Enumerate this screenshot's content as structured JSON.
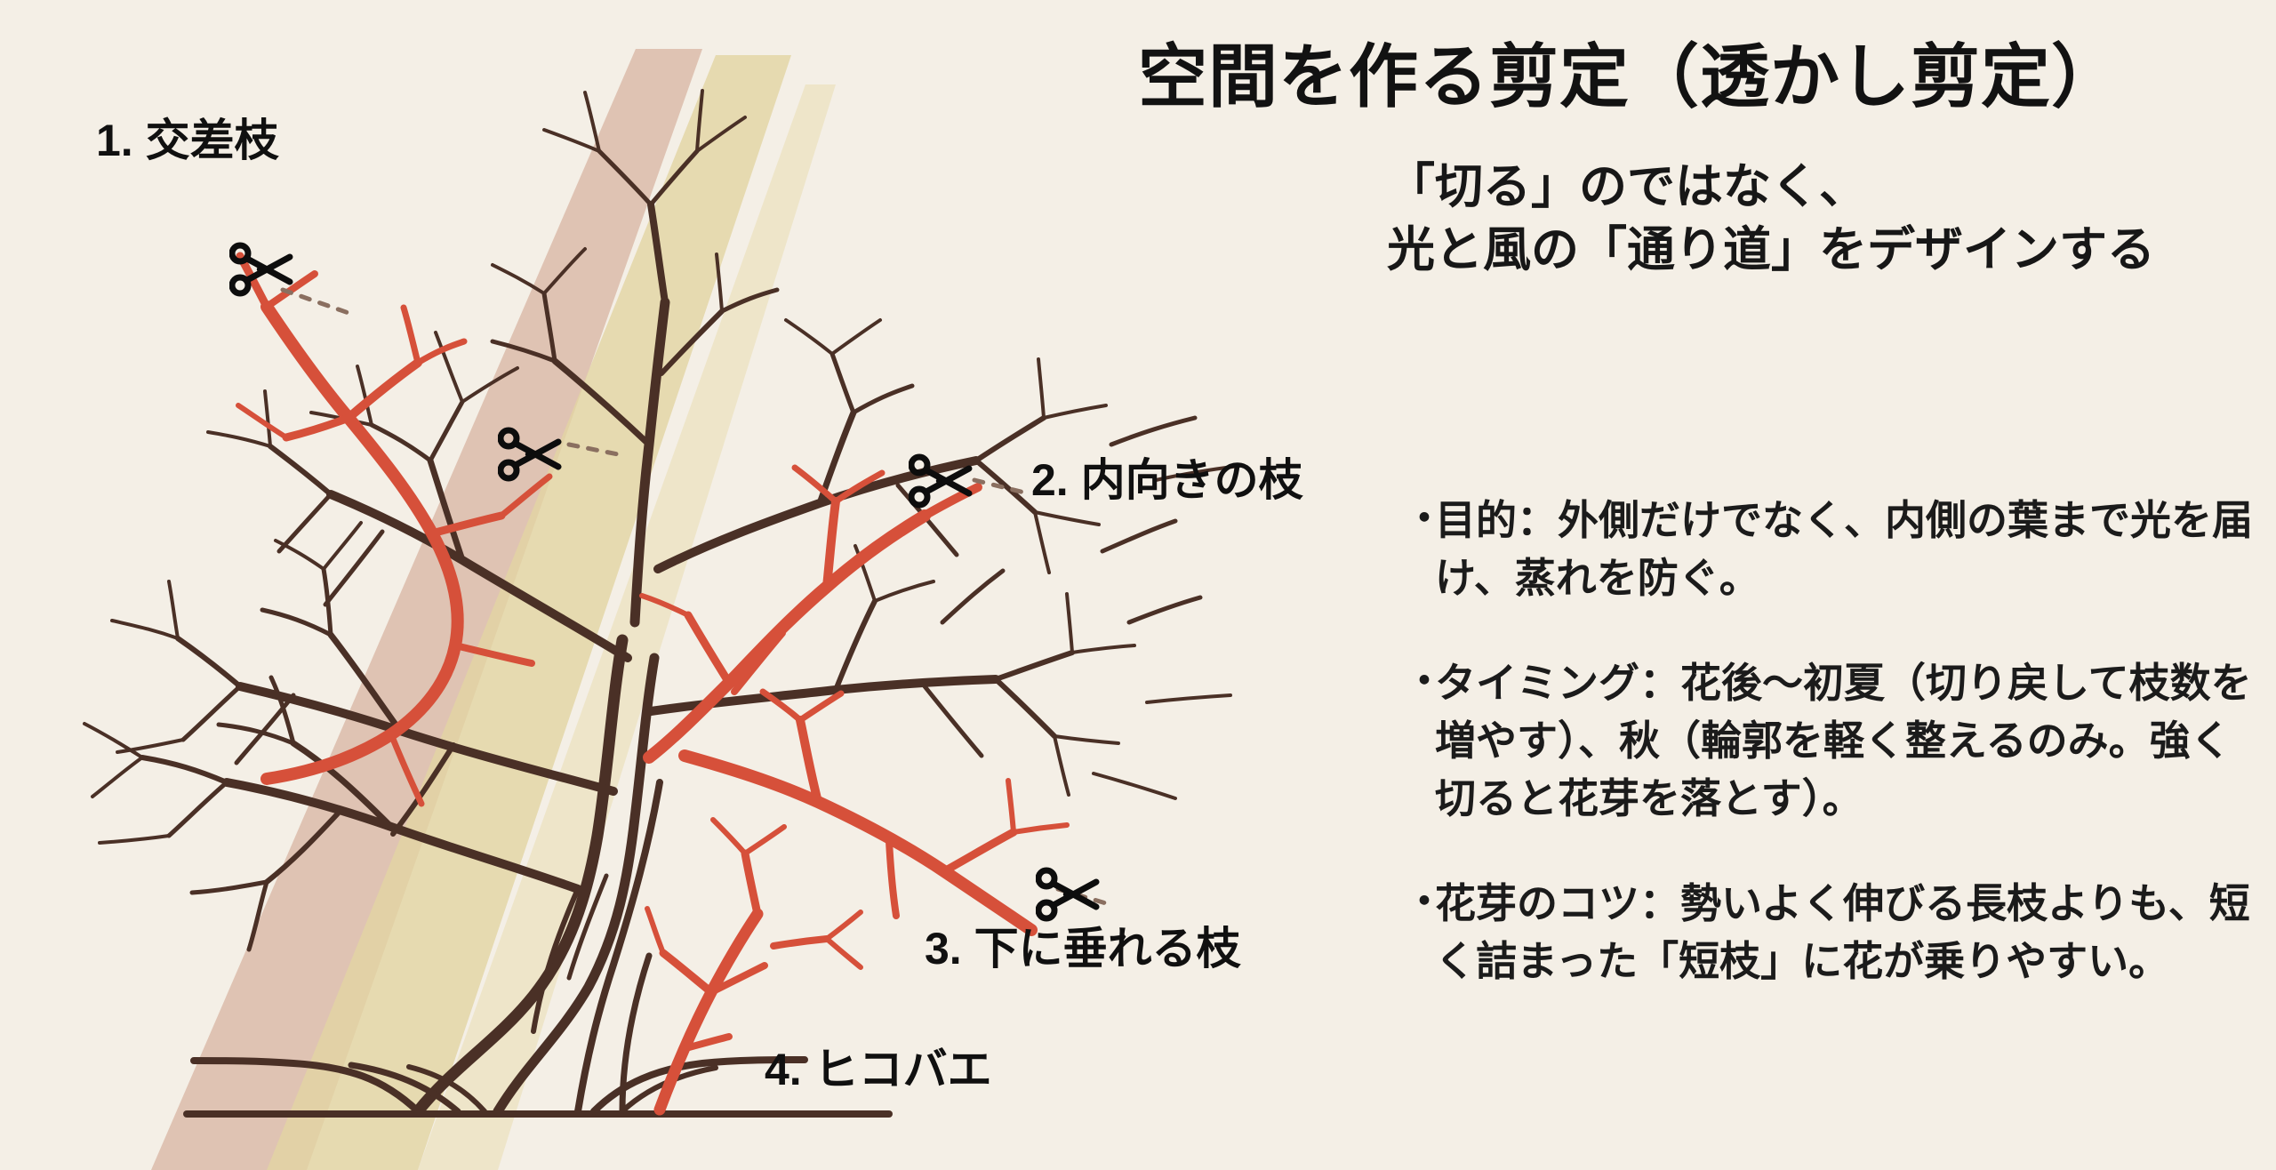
{
  "theme": {
    "background": "#f4efe6",
    "branch_color": "#4a3026",
    "cut_branch_color": "#d6503a",
    "text_color": "#121212",
    "beam_pink": "#d9b6a4",
    "beam_yellow": "#e2d5a2",
    "beam_cream": "#ece2bf"
  },
  "header": {
    "title": "空間を作る剪定（透かし剪定）",
    "subtitle_lines": [
      "「切る」のではなく、",
      "光と風の「通り道」をデザインする"
    ]
  },
  "bullets": [
    {
      "marker": "・",
      "text": "目的：外側だけでなく、内側の葉まで光を届け、蒸れを防ぐ。"
    },
    {
      "marker": "・",
      "text": "タイミング：花後〜初夏（切り戻して枝数を増やす）、秋（輪郭を軽く整えるのみ。強く切ると花芽を落とす）。"
    },
    {
      "marker": "・",
      "text": "花芽のコツ：勢いよく伸びる長枝よりも、短く詰まった「短枝」に花が乗りやすい。"
    }
  ],
  "diagram": {
    "labels": [
      {
        "id": "label1",
        "text": "1. 交差枝"
      },
      {
        "id": "label2",
        "text": "2. 内向きの枝"
      },
      {
        "id": "label3",
        "text": "3. 下に垂れる枝"
      },
      {
        "id": "label4",
        "text": "4. ヒコバエ"
      }
    ],
    "scissors_icons": [
      {
        "id": "sc1",
        "icon": "scissors-icon"
      },
      {
        "id": "sc2",
        "icon": "scissors-icon"
      },
      {
        "id": "sc3",
        "icon": "scissors-icon"
      },
      {
        "id": "sc4",
        "icon": "scissors-icon"
      }
    ]
  }
}
